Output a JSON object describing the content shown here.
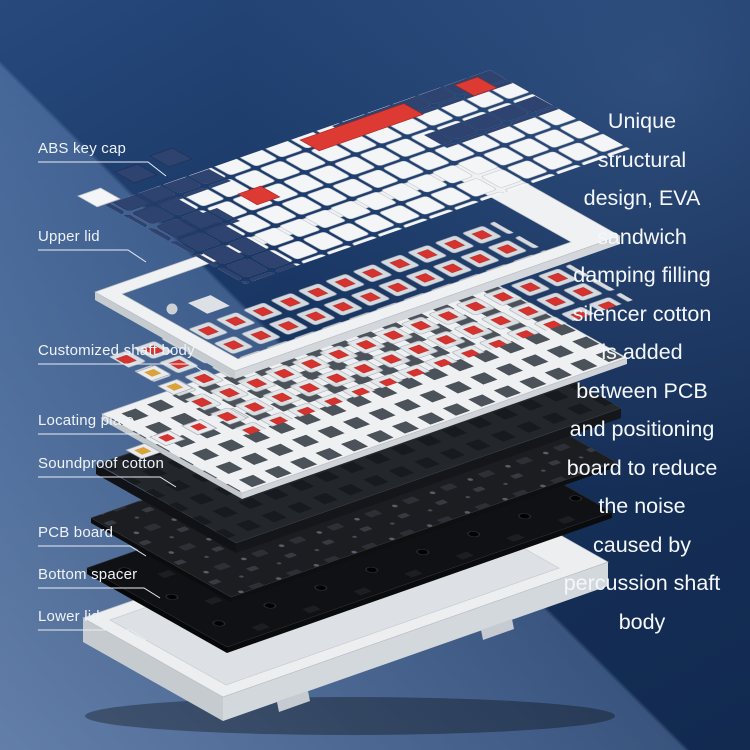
{
  "page": {
    "background_top": "#1b3a69",
    "background_bottom": "#122a50",
    "accent_red": "#dd3a34",
    "navy_key": "#2f4370",
    "gold_switch": "#d9a23b",
    "line_color": "#e8edf4"
  },
  "labels": [
    {
      "label": "ABS key cap"
    },
    {
      "label": "Upper lid"
    },
    {
      "label": "Customized shaft body"
    },
    {
      "label": "Locating plate"
    },
    {
      "label": "Soundproof cotton"
    },
    {
      "label": "PCB board"
    },
    {
      "label": "Bottom spacer"
    },
    {
      "label": "Lower lid"
    }
  ],
  "description": {
    "text": "Unique\nstructural\ndesign, EVA\nsandwich\ndamping filling\nsilencer cotton\nis added\nbetween PCB\nand positioning\nboard to reduce\nthe noise\ncaused by\npercussion shaft\nbody"
  },
  "layers": [
    {
      "name": "ABS key cap",
      "color": "#f4f5f7"
    },
    {
      "name": "Upper lid",
      "color": "#f0f1f3"
    },
    {
      "name": "Customized shaft body",
      "color": "#d8322e"
    },
    {
      "name": "Locating plate",
      "color": "#eef0f2"
    },
    {
      "name": "Soundproof cotton",
      "color": "#23262b"
    },
    {
      "name": "PCB board",
      "color": "#1b1d20"
    },
    {
      "name": "Bottom spacer",
      "color": "#101114"
    },
    {
      "name": "Lower lid",
      "color": "#eceef0"
    }
  ]
}
